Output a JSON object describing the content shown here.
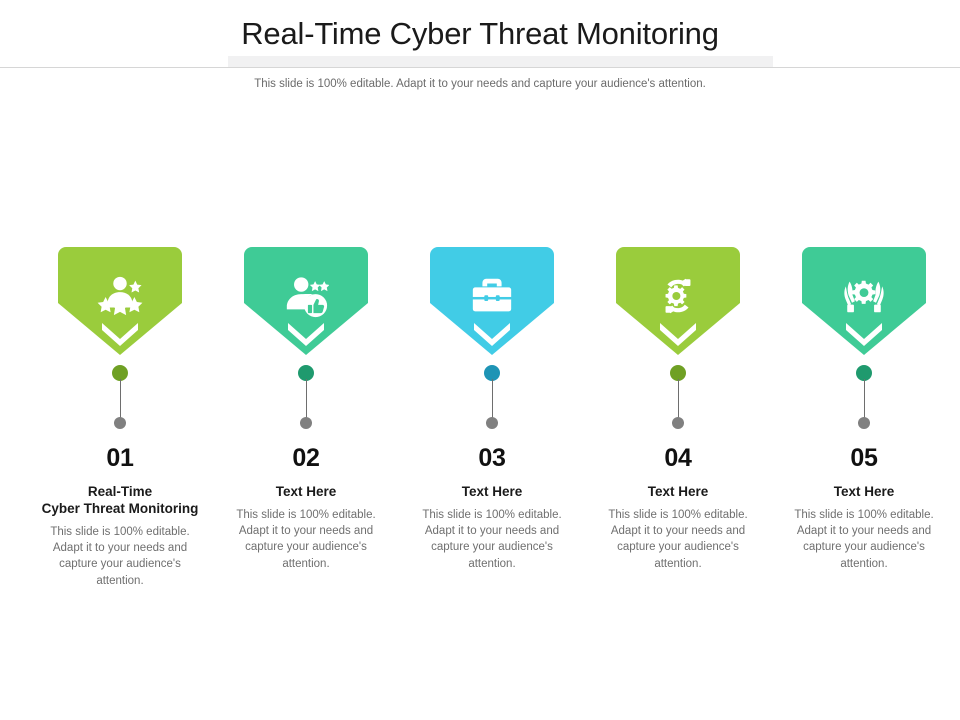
{
  "slide": {
    "title": "Real-Time Cyber Threat Monitoring",
    "subtitle": "This slide is 100% editable. Adapt it to your needs and capture your audience's attention.",
    "background_color": "#ffffff",
    "divider_bar_color": "#f1f1f2",
    "divider_line_color": "#d6d6d6"
  },
  "columns": [
    {
      "number": "01",
      "heading": "Real-Time\nCyber Threat Monitoring",
      "heading_line1": "Real-Time",
      "heading_line2": "Cyber Threat Monitoring",
      "body": "This slide is 100% editable. Adapt it to your needs and capture your audience's attention.",
      "banner_color": "#9ACC3C",
      "dot_color": "#6FA024",
      "icon_name": "people-stars-icon"
    },
    {
      "number": "02",
      "heading": "Text Here",
      "body": "This slide is 100% editable. Adapt it to your needs and capture your audience's attention.",
      "banner_color": "#3FCB96",
      "dot_color": "#1F9A6E",
      "icon_name": "customer-rating-thumbsup-icon"
    },
    {
      "number": "03",
      "heading": "Text Here",
      "body": "This slide is 100% editable. Adapt it to your needs and capture your audience's attention.",
      "banner_color": "#41CCE6",
      "dot_color": "#1E94B5",
      "icon_name": "briefcase-icon"
    },
    {
      "number": "04",
      "heading": "Text Here",
      "body": "This slide is 100% editable. Adapt it to your needs and capture your audience's attention.",
      "banner_color": "#9ACC3C",
      "dot_color": "#6FA024",
      "icon_name": "hands-gear-exchange-icon"
    },
    {
      "number": "05",
      "heading": "Text Here",
      "body": "This slide is 100% editable. Adapt it to your needs and capture your audience's attention.",
      "banner_color": "#3FCB96",
      "dot_color": "#1F9A6E",
      "icon_name": "hands-holding-gear-icon"
    }
  ]
}
